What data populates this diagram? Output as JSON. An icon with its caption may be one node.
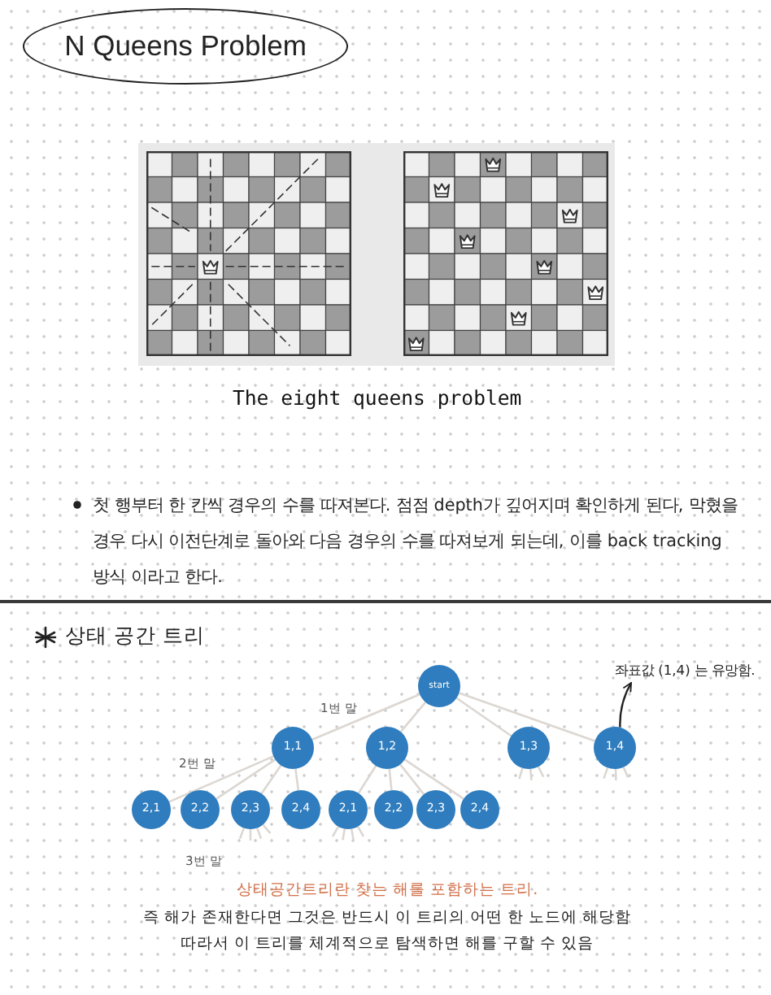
{
  "diagram": {
    "title": "N Queens Problem",
    "nodes": [
      {
        "text": [
          "start"
        ]
      },
      {
        "text": [
          "좌표값 (1,4) 는 유망함."
        ]
      },
      {
        "text": [
          "1,1"
        ]
      },
      {
        "text": [
          "1,2"
        ]
      },
      {
        "text": [
          "1,3"
        ]
      },
      {
        "text": [
          "1,4"
        ]
      },
      {
        "text": [
          "2,1"
        ]
      },
      {
        "text": [
          "2,2"
        ]
      },
      {
        "text": [
          "2,3"
        ]
      },
      {
        "text": [
          "2,4"
        ]
      },
      {
        "text": [
          "2,1"
        ]
      },
      {
        "text": [
          "2,2"
        ]
      },
      {
        "text": [
          "2,3"
        ]
      },
      {
        "text": [
          "2,4"
        ]
      }
    ],
    "edges": [
      {
        "from": 0,
        "to": 2,
        "arrow": "none"
      },
      {
        "from": 0,
        "to": 3,
        "arrow": "none"
      },
      {
        "from": 0,
        "to": 4,
        "arrow": "none"
      },
      {
        "from": 0,
        "to": 5,
        "arrow": "none"
      },
      {
        "from": 5,
        "to": 1,
        "arrow": "to",
        "color": "#222222"
      },
      {
        "from": 2,
        "to": 6,
        "arrow": "none"
      },
      {
        "from": 2,
        "to": 7,
        "arrow": "none"
      },
      {
        "from": 2,
        "to": 8,
        "arrow": "none"
      },
      {
        "from": 2,
        "to": 9,
        "arrow": "none"
      },
      {
        "from": 3,
        "to": 10,
        "arrow": "none"
      },
      {
        "from": 3,
        "to": 11,
        "arrow": "none"
      },
      {
        "from": 3,
        "to": 12,
        "arrow": "none"
      },
      {
        "from": 3,
        "to": 13,
        "arrow": "none"
      },
      {
        "from": 4,
        "to": null,
        "arrow": "none"
      },
      {
        "from": 4,
        "to": null,
        "arrow": "none"
      },
      {
        "from": 4,
        "to": null,
        "arrow": "none"
      },
      {
        "from": 5,
        "to": null,
        "arrow": "none"
      },
      {
        "from": 5,
        "to": null,
        "arrow": "none"
      },
      {
        "from": 5,
        "to": null,
        "arrow": "none"
      },
      {
        "from": 8,
        "to": null,
        "arrow": "none"
      },
      {
        "from": 8,
        "to": null,
        "arrow": "none"
      },
      {
        "from": 8,
        "to": null,
        "arrow": "none"
      },
      {
        "from": 8,
        "to": null,
        "arrow": "none"
      },
      {
        "from": 10,
        "to": null,
        "arrow": "none"
      },
      {
        "from": 10,
        "to": null,
        "arrow": "none"
      },
      {
        "from": 10,
        "to": null,
        "arrow": "none"
      },
      {
        "from": 10,
        "to": null,
        "arrow": "none"
      }
    ],
    "labels": [
      "The eight queens problem",
      "첫 행부터 한 칸씩 경우의 수를 따져본다. 점점 depth가 깊어지며 확인하게 된다, 막혔을 경우 다시 이전단계로 돌아와 다음 경우의 수를 따져보게 되는데, 이를 back tracking 방식 이라고 한다.",
      "상태 공간 트리",
      "1번 말",
      "2번 말",
      "3번 말",
      "상태공간트리란 찾는 해를 포함하는 트리.",
      "즉 해가 존재한다면 그것은 반드시 이 트리의 어떤 한 노드에 해당함",
      "따라서 이 트리를 체계적으로 탐색하면 해를 구할 수 있음"
    ]
  }
}
